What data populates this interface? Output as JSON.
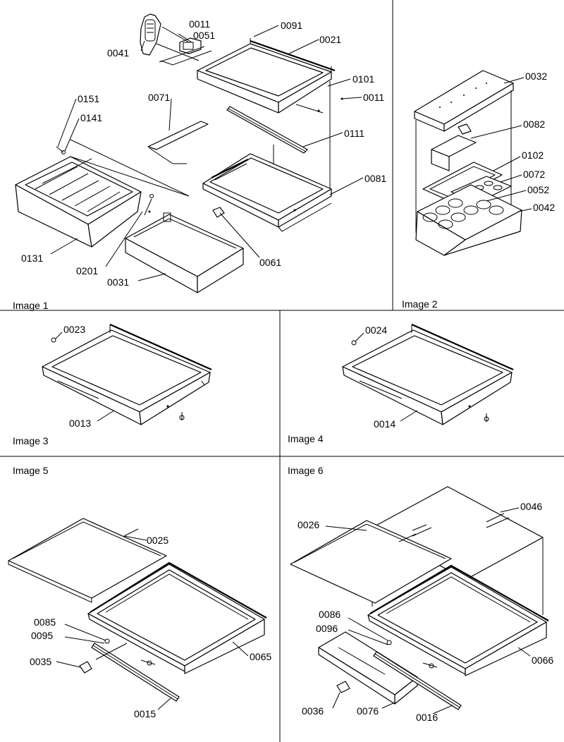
{
  "panels": {
    "p1": {
      "title": "Image 1"
    },
    "p2": {
      "title": "Image 2"
    },
    "p3": {
      "title": "Image 3"
    },
    "p4": {
      "title": "Image 4"
    },
    "p5": {
      "title": "Image 5"
    },
    "p6": {
      "title": "Image 6"
    }
  },
  "callouts": {
    "c0011a": "0011",
    "c0051": "0051",
    "c0041": "0041",
    "c0091": "0091",
    "c0021": "0021",
    "c0101": "0101",
    "c0011b": "0011",
    "c0151": "0151",
    "c0141": "0141",
    "c0071": "0071",
    "c0111": "0111",
    "c0081": "0081",
    "c0131": "0131",
    "c0201": "0201",
    "c0061": "0061",
    "c0031": "0031",
    "c0032": "0032",
    "c0082": "0082",
    "c0102": "0102",
    "c0072": "0072",
    "c0052": "0052",
    "c0042": "0042",
    "c0023": "0023",
    "c0013": "0013",
    "c0024": "0024",
    "c0014": "0014",
    "c0025": "0025",
    "c0085": "0085",
    "c0095": "0095",
    "c0035": "0035",
    "c0065": "0065",
    "c0015": "0015",
    "c0046": "0046",
    "c0026": "0026",
    "c0086": "0086",
    "c0096": "0096",
    "c0066": "0066",
    "c0036": "0036",
    "c0076": "0076",
    "c0016": "0016"
  }
}
